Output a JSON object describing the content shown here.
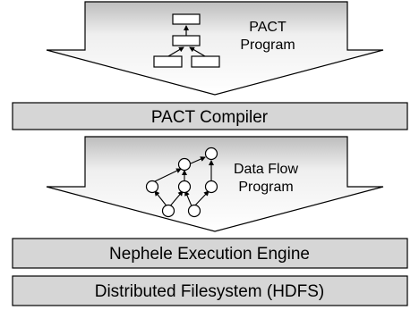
{
  "diagram": {
    "top_arrow": {
      "label_line1": "PACT",
      "label_line2": "Program"
    },
    "compiler_layer": {
      "label": "PACT Compiler"
    },
    "middle_arrow": {
      "label_line1": "Data Flow",
      "label_line2": "Program"
    },
    "execution_layer": {
      "label": "Nephele Execution Engine"
    },
    "filesystem_layer": {
      "label": "Distributed Filesystem (HDFS)"
    },
    "colors": {
      "layer_fill": "#d6d6d6",
      "arrow_fill": "#ececec",
      "stroke": "#000000"
    }
  }
}
